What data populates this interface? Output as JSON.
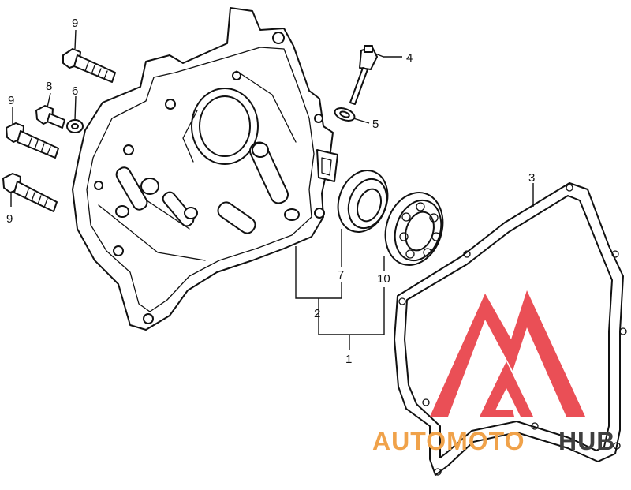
{
  "callouts": [
    {
      "id": "c1",
      "text": "1"
    },
    {
      "id": "c2",
      "text": "2"
    },
    {
      "id": "c3",
      "text": "3"
    },
    {
      "id": "c4",
      "text": "4"
    },
    {
      "id": "c5",
      "text": "5"
    },
    {
      "id": "c6",
      "text": "6"
    },
    {
      "id": "c7",
      "text": "7"
    },
    {
      "id": "c8",
      "text": "8"
    },
    {
      "id": "c9a",
      "text": "9"
    },
    {
      "id": "c9b",
      "text": "9"
    },
    {
      "id": "c9c",
      "text": "9"
    },
    {
      "id": "c10",
      "text": "10"
    }
  ],
  "watermark": {
    "part1": "AUTOMOTO",
    "part2": "HUB",
    "color1": "#f0a24a",
    "color2": "#3f3f3f",
    "logo_color": "#e8373f"
  }
}
